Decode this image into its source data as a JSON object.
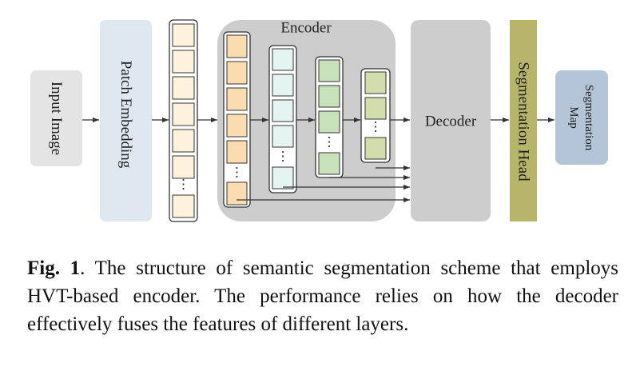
{
  "diagram": {
    "input_label": "Input Image",
    "patch_label": "Patch Embedding",
    "encoder_label": "Encoder",
    "decoder_label": "Decoder",
    "seg_head_label": "Segmentation Head",
    "seg_map_label_line1": "Segmentation",
    "seg_map_label_line2": "Map",
    "ellipsis": "⋮",
    "colors": {
      "input_box": "#e4e4e4",
      "patch_box": "#dfe7f0",
      "encoder_bg": "#cdcdcd",
      "decoder_box": "#cdcdcd",
      "seg_head": "#b7b56a",
      "seg_map": "#b3c5d6",
      "tokens": "#fdf2dc",
      "stage1": "#fbdcb0",
      "stage2": "#e3f4f1",
      "stage3": "#c7e2bb",
      "stage4": "#d3dcab"
    }
  },
  "caption": {
    "fig_label": "Fig. 1",
    "text": ".  The structure of semantic segmentation scheme that employs HVT-based encoder. The performance relies on how the decoder effectively fuses the features of different layers."
  }
}
